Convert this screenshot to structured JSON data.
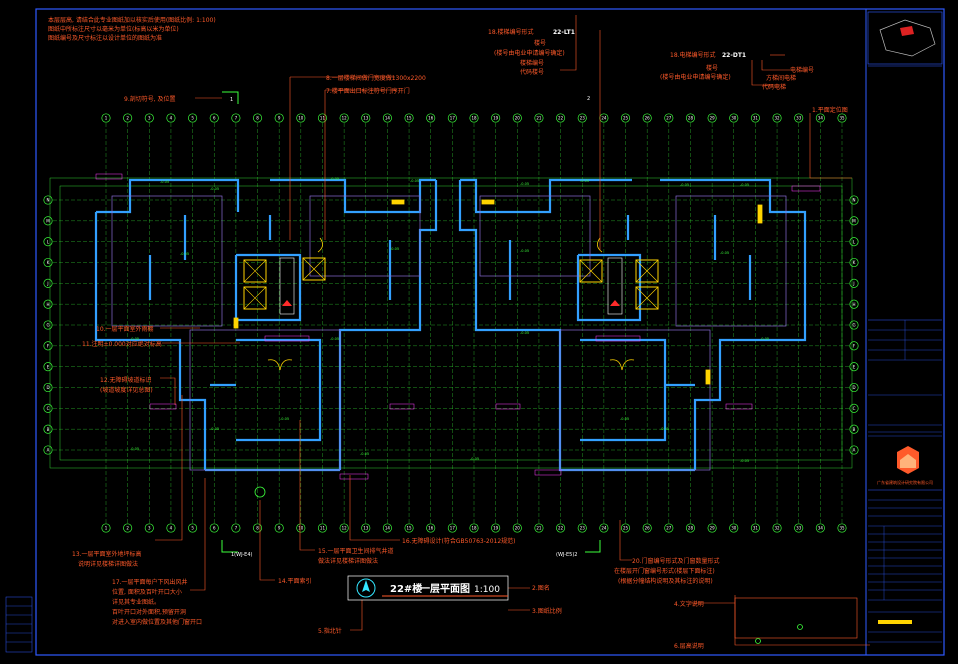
{
  "title_block": {
    "building": "22#楼",
    "plan_name": "一层平面图",
    "scale": "1:100",
    "company": "广东省建筑设计研究院有限公司"
  },
  "notes_top_left": [
    "本层层高, 请结合此专业图纸加以核实后使用(图纸比例: 1:100)",
    "图纸中所标注尺寸以毫米为单位(标高以米为单位)",
    "图纸编号及尺寸标注以设计单位的图纸为准"
  ],
  "callouts_top": {
    "c9": "9.剖切符号, 及位置",
    "c8": "8.一层楼梯间做门宽度做1300x2200",
    "c7": "7.楼平面出口标注符号门序开门",
    "c18a": "18.楼梯编号形式",
    "c18a_code": "22-LT1",
    "c18a_l1": "楼号",
    "c18a_l2": "(楼号由电业申请编号确定)",
    "c18a_l3": "楼梯编号",
    "c18a_l4": "代码楼号",
    "c18b": "18.电梯编号形式",
    "c18b_code": "22-DT1",
    "c18b_l1": "楼号",
    "c18b_l2": "(楼号由电业申请编号确定)",
    "c18b_l3": "电梯编号",
    "c18b_l4": "方梯间电梯",
    "c18b_l5": "代码电梯",
    "c1": "1.平面定位图"
  },
  "callouts_left": {
    "c10": "10.一层平面室外雨棚",
    "c11": "11.注明±0.000对应绝对标高",
    "c12a": "12.无障碍坡道标识",
    "c12b": "(坡道坡度详见总图)"
  },
  "callouts_bottom": {
    "c13a": "13.一层平面室外地坪标高",
    "c13b": "说明详见楼梯详图做法",
    "c17a": "17.一层平面每户下风出风井",
    "c17b": "位置, 面积及百叶开口大小",
    "c17c": "详见其专业图纸。",
    "c17d": "百叶开口对外面积,预留开洞",
    "c17e": "对进入室内做位置及其他门窗开口",
    "c14": "14.平面索引",
    "c15a": "15.一层平面卫生间排气井道",
    "c15b": "做法详见楼梯详图做法",
    "c16": "16.无障碍设计(符合GB50763-2012规范)",
    "c20a": "20.门窗编号形式及门窗数量形式",
    "c20b": "在楼层开门窗编号形式(楼层下面标注)",
    "c20c": "(根据分幢结构说明及其标注的说明)",
    "c2": "2.图名",
    "c3": "3.图纸比例",
    "c5": "5.指北针",
    "c4": "4.文字说明",
    "c6": "6.层高说明"
  },
  "axis_markers": {
    "left_refs": [
      "1",
      "2"
    ],
    "bottom_refs": [
      "1(WJ-E4)",
      "(WJ-E5)2"
    ]
  },
  "axis_top": [
    "1",
    "2",
    "3",
    "4",
    "5",
    "6",
    "7",
    "8",
    "9",
    "10",
    "11",
    "12",
    "13",
    "14",
    "15",
    "16",
    "17",
    "18",
    "19",
    "20",
    "21",
    "22",
    "23",
    "24",
    "25",
    "26",
    "27",
    "28",
    "29",
    "30",
    "31",
    "32",
    "33",
    "34",
    "35"
  ],
  "axis_left": [
    "N",
    "M",
    "L",
    "K",
    "J",
    "H",
    "G",
    "F",
    "E",
    "D",
    "C",
    "B",
    "A"
  ],
  "colors": {
    "background": "#000000",
    "frame": "#2f5bff",
    "callout": "#ff5a2a",
    "grid": "#3cff3c",
    "wall": "#33a0ff",
    "dimension": "#ff3cff",
    "accent": "#ffd400"
  }
}
